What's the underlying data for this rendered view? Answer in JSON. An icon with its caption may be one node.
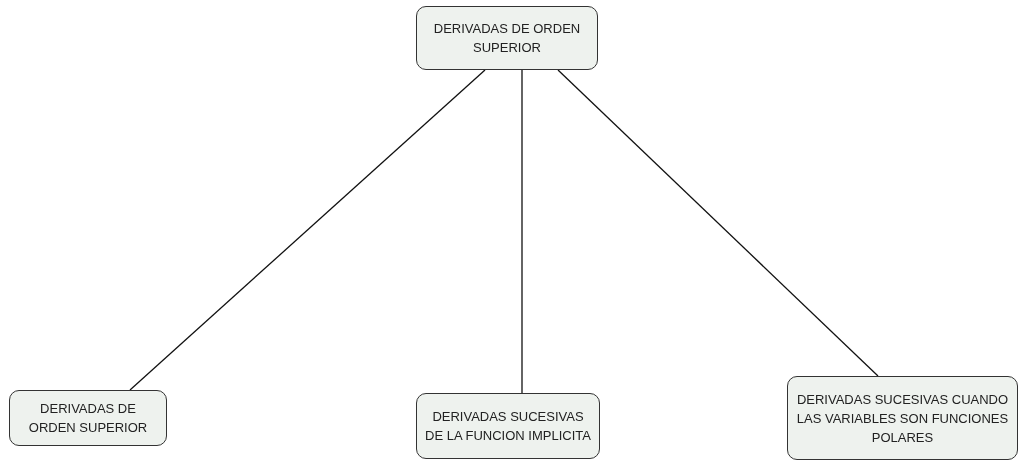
{
  "diagram": {
    "nodes": [
      {
        "text": [
          "DERIVADAS DE ORDEN SUPERIOR"
        ]
      },
      {
        "text": [
          "DERIVADAS DE ORDEN SUPERIOR"
        ]
      },
      {
        "text": [
          "DERIVADAS SUCESIVAS DE LA FUNCION IMPLICITA"
        ]
      },
      {
        "text": [
          "DERIVADAS SUCESIVAS CUANDO LAS VARIABLES SON FUNCIONES POLARES"
        ]
      }
    ],
    "edges": [
      {
        "from": 0,
        "to": 1,
        "arrow": "none"
      },
      {
        "from": 0,
        "to": 2,
        "arrow": "none"
      },
      {
        "from": 0,
        "to": 3,
        "arrow": "none"
      }
    ]
  }
}
